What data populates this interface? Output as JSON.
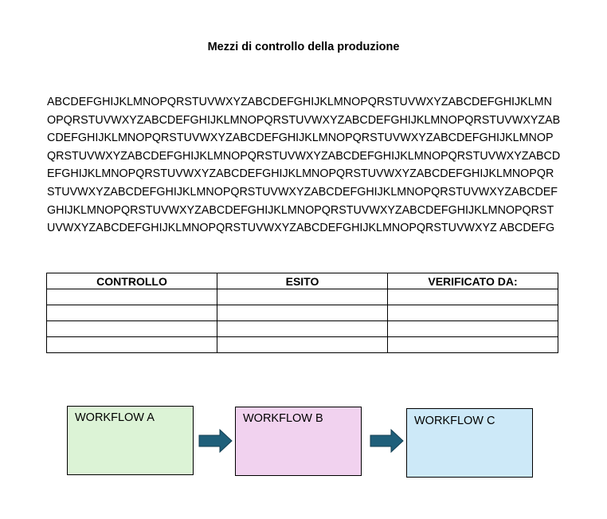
{
  "document": {
    "title": "Mezzi di controllo della produzione",
    "paragraph_lines": [
      "ABCDEFGHIJKLMNOPQRSTUVWXYZABCDEFGHIJKLMNOPQRSTUVWXYZABCDEFGHIJKLMN",
      "OPQRSTUVWXYZABCDEFGHIJKLMNOPQRSTUVWXYZABCDEFGHIJKLMNOPQRSTUVWXYZAB",
      "CDEFGHIJKLMNOPQRSTUVWXYZABCDEFGHIJKLMNOPQRSTUVWXYZABCDEFGHIJKLMNOP",
      "QRSTUVWXYZABCDEFGHIJKLMNOPQRSTUVWXYZABCDEFGHIJKLMNOPQRSTUVWXYZABCD",
      "EFGHIJKLMNOPQRSTUVWXYZABCDEFGHIJKLMNOPQRSTUVWXYZABCDEFGHIJKLMNOPQR",
      "STUVWXYZABCDEFGHIJKLMNOPQRSTUVWXYZABCDEFGHIJKLMNOPQRSTUVWXYZABCDEF",
      "GHIJKLMNOPQRSTUVWXYZABCDEFGHIJKLMNOPQRSTUVWXYZABCDEFGHIJKLMNOPQRST",
      "UVWXYZABCDEFGHIJKLMNOPQRSTUVWXYZABCDEFGHIJKLMNOPQRSTUVWXYZ ABCDEFG"
    ]
  },
  "table": {
    "headers": [
      "CONTROLLO",
      "ESITO",
      "VERIFICATO DA:"
    ],
    "rows": [
      [
        "",
        "",
        ""
      ],
      [
        "",
        "",
        ""
      ],
      [
        "",
        "",
        ""
      ],
      [
        "",
        "",
        ""
      ]
    ]
  },
  "workflow": {
    "boxes": [
      {
        "label": "WORKFLOW A",
        "color": "#dcf3d6"
      },
      {
        "label": "WORKFLOW B",
        "color": "#f1d2ef"
      },
      {
        "label": "WORKFLOW C",
        "color": "#cde9f8"
      }
    ],
    "arrow_color": "#1f5f7a",
    "arrow_icon": "right-arrow-icon"
  }
}
